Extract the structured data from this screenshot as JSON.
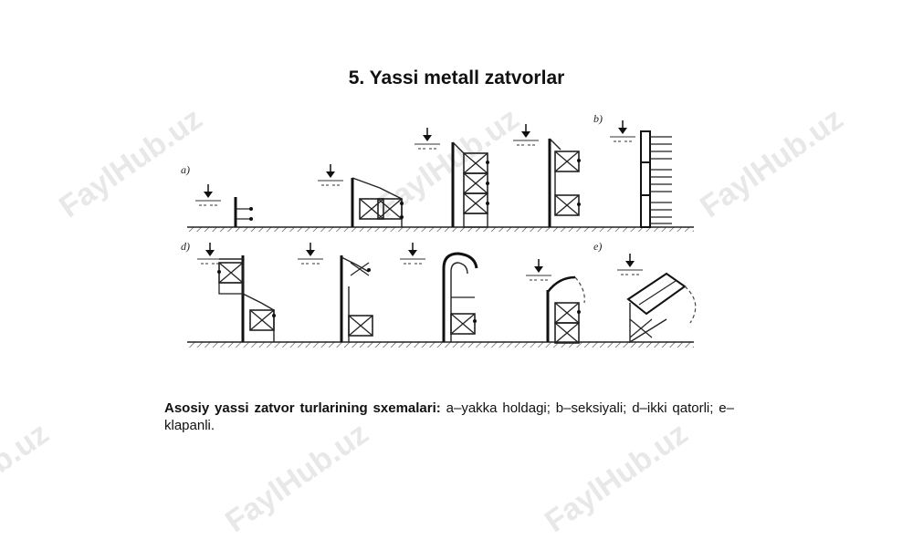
{
  "slide": {
    "title": "5. Yassi metall zatvorlar",
    "figure": {
      "labels": {
        "a": "a)",
        "b": "b)",
        "d": "d)",
        "e": "e)"
      }
    },
    "caption": {
      "bold": "Asosiy yassi zatvor turlarining sxemalari:",
      "text": " a–yakka holdagi; b–seksiyali; d–ikki qatorli; e–klapanli."
    },
    "watermark": "FaylHub.uz"
  }
}
